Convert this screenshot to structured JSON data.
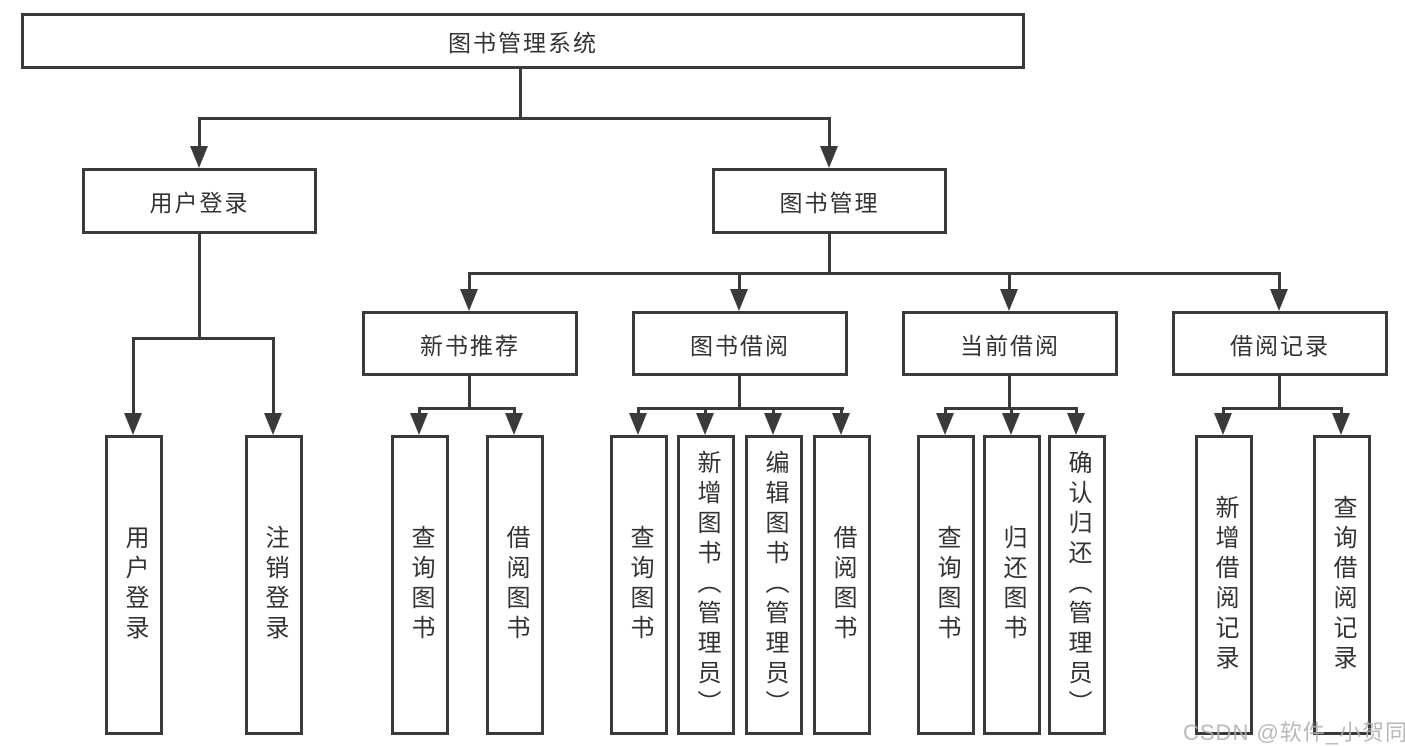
{
  "diagram": {
    "title": "图书管理系统",
    "tree": {
      "label": "图书管理系统",
      "children": [
        {
          "label": "用户登录",
          "children": [
            {
              "label": "用户登录"
            },
            {
              "label": "注销登录"
            }
          ]
        },
        {
          "label": "图书管理",
          "children": [
            {
              "label": "新书推荐",
              "children": [
                {
                  "label": "查询图书"
                },
                {
                  "label": "借阅图书"
                }
              ]
            },
            {
              "label": "图书借阅",
              "children": [
                {
                  "label": "查询图书"
                },
                {
                  "label": "新增图书（管理员）"
                },
                {
                  "label": "编辑图书（管理员）"
                },
                {
                  "label": "借阅图书"
                }
              ]
            },
            {
              "label": "当前借阅",
              "children": [
                {
                  "label": "查询图书"
                },
                {
                  "label": "归还图书"
                },
                {
                  "label": "确认归还（管理员）"
                }
              ]
            },
            {
              "label": "借阅记录",
              "children": [
                {
                  "label": "新增借阅记录"
                },
                {
                  "label": "查询借阅记录"
                }
              ]
            }
          ]
        }
      ]
    },
    "colors": {
      "line": "#3a3a3a",
      "text": "#333333",
      "background": "#ffffff",
      "watermark": "#b0b0b0"
    }
  },
  "watermark": "CSDN @软件_小贺同学"
}
